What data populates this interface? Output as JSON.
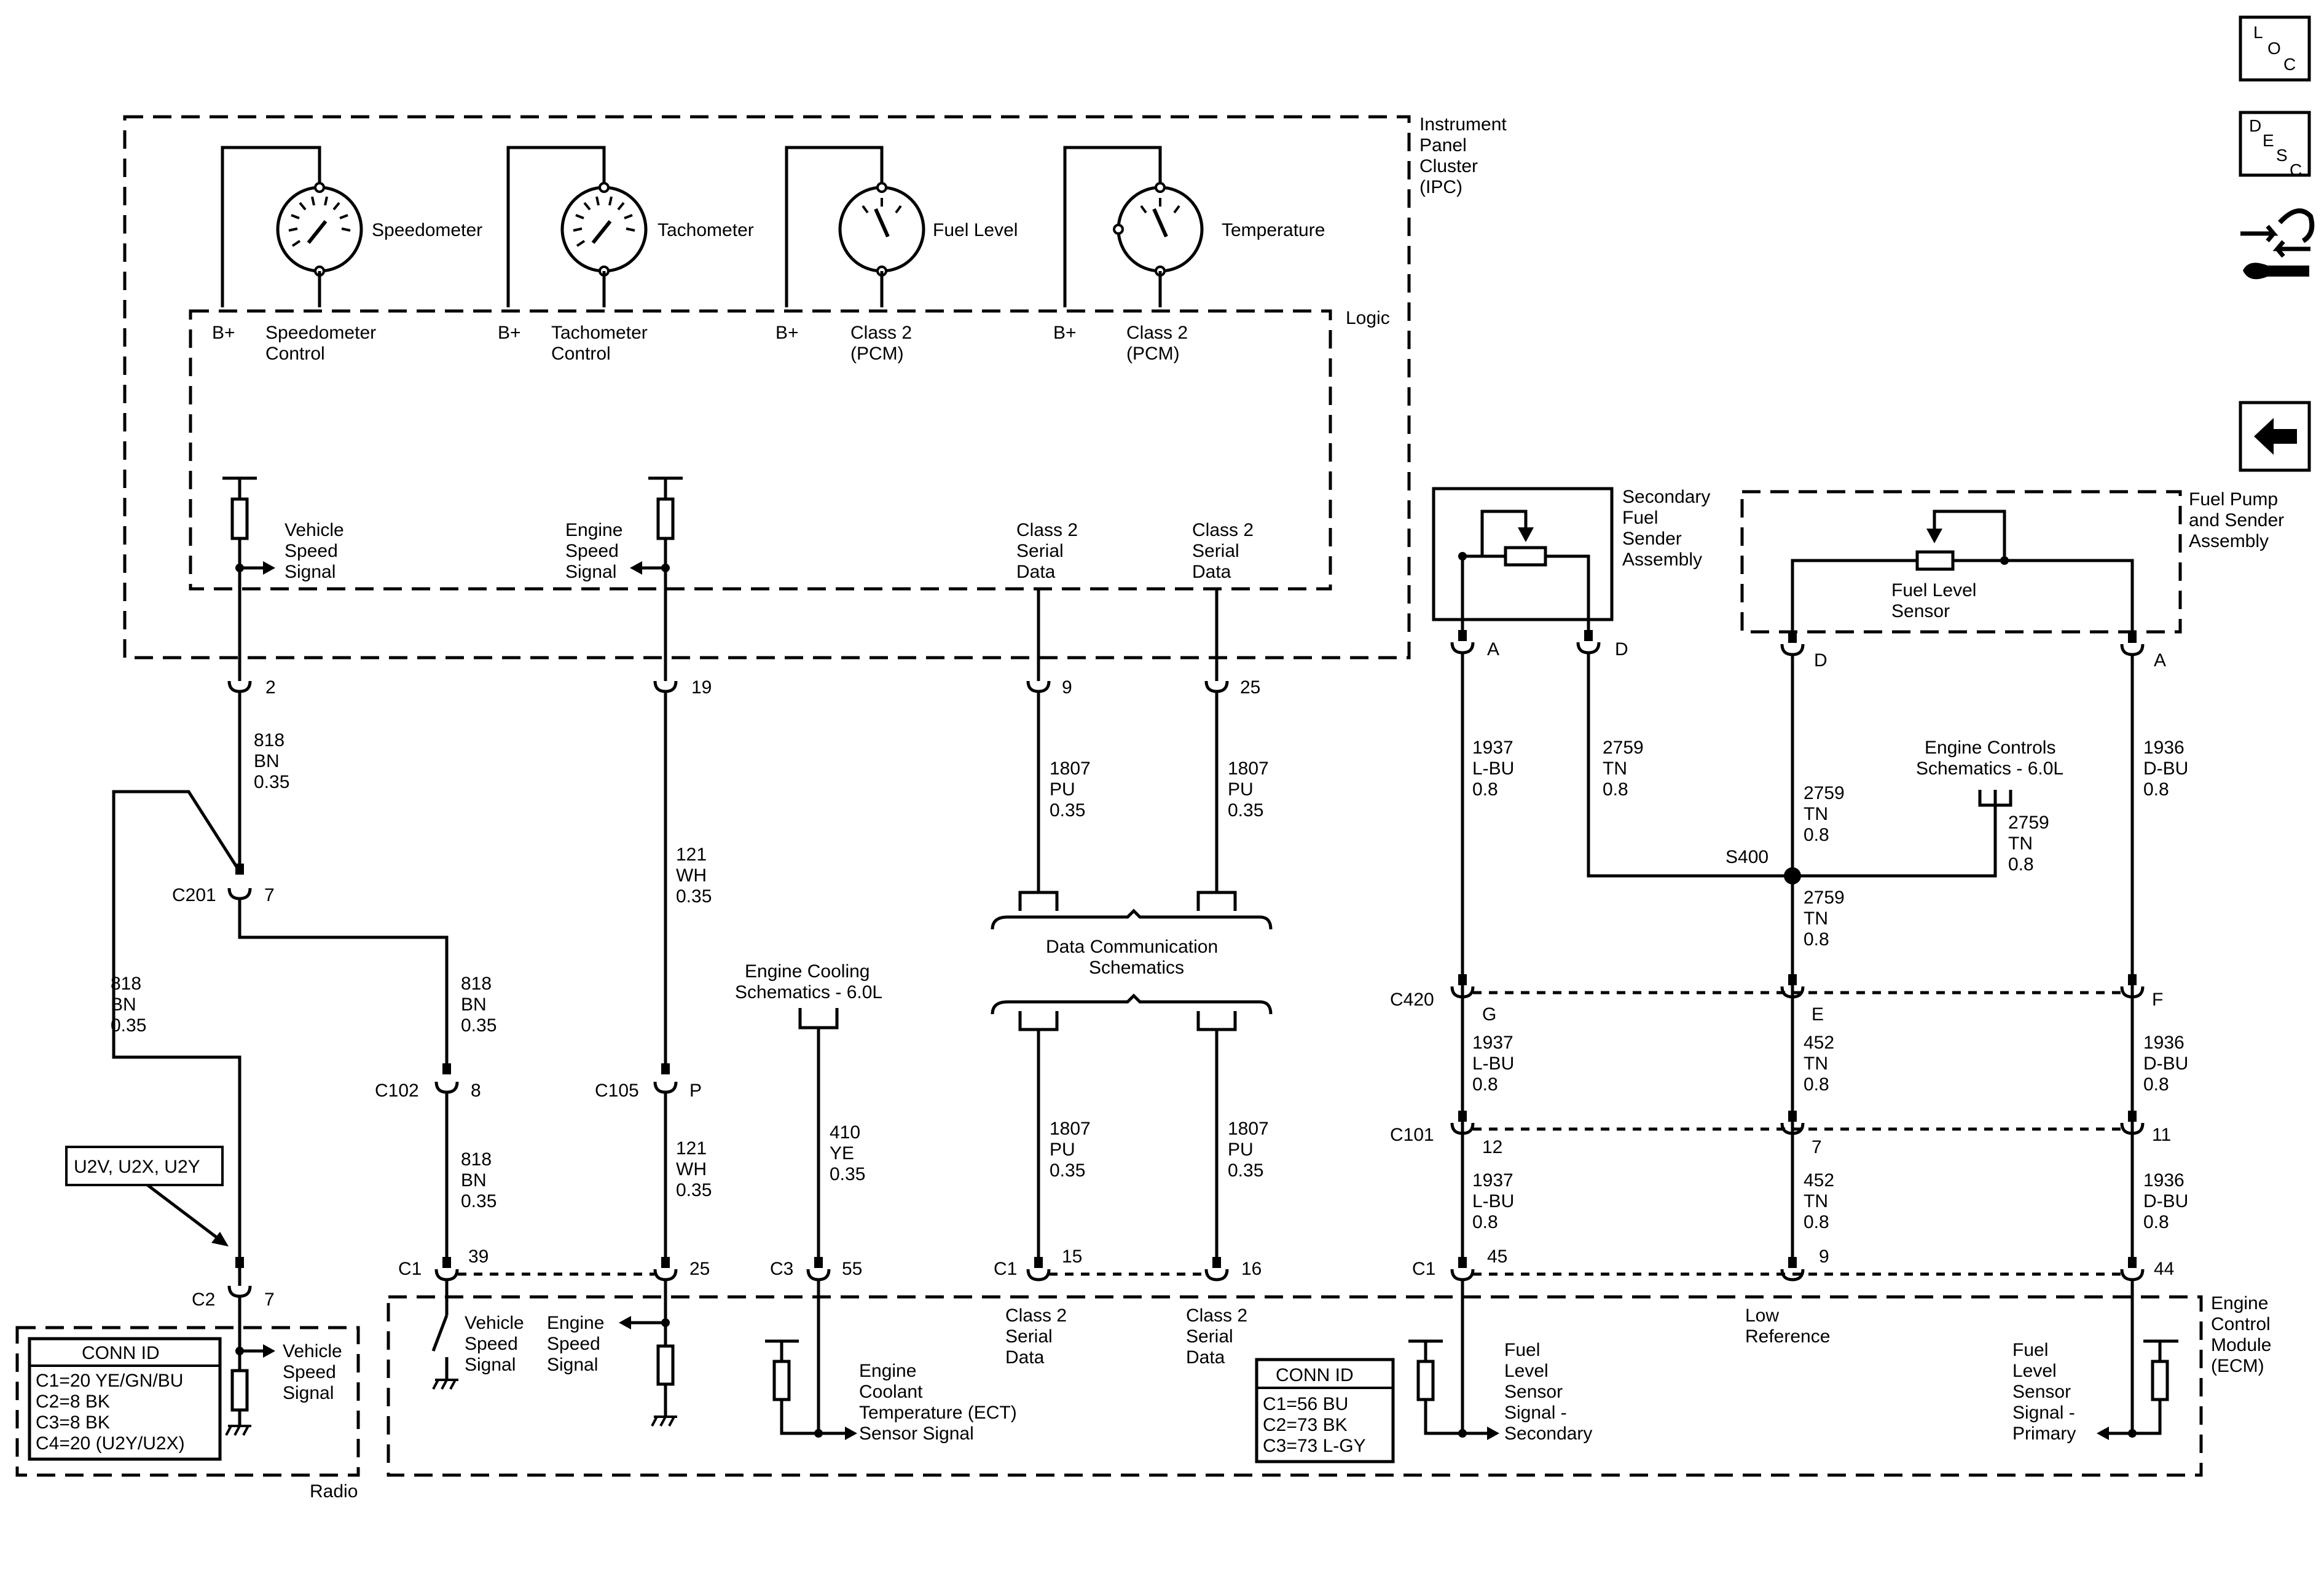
{
  "ipc": {
    "title": [
      "Instrument",
      "Panel",
      "Cluster",
      "(IPC)"
    ],
    "logic": "Logic",
    "gauges": [
      "Speedometer",
      "Tachometer",
      "Fuel Level",
      "Temperature"
    ],
    "bplus": "B+",
    "controls": [
      [
        "Speedometer",
        "Control"
      ],
      [
        "Tachometer",
        "Control"
      ],
      [
        "Class 2",
        "(PCM)"
      ],
      [
        "Class 2",
        "(PCM)"
      ]
    ],
    "signals": [
      [
        "Vehicle",
        "Speed",
        "Signal"
      ],
      [
        "Engine",
        "Speed",
        "Signal"
      ],
      [
        "Class 2",
        "Serial",
        "Data"
      ],
      [
        "Class 2",
        "Serial",
        "Data"
      ]
    ],
    "pins": [
      "2",
      "19",
      "9",
      "25"
    ]
  },
  "wires": {
    "w818": [
      "818",
      "BN",
      "0.35"
    ],
    "w121": [
      "121",
      "WH",
      "0.35"
    ],
    "w1807": [
      "1807",
      "PU",
      "0.35"
    ],
    "w410": [
      "410",
      "YE",
      "0.35"
    ],
    "w1937": [
      "1937",
      "L-BU",
      "0.8"
    ],
    "w2759": [
      "2759",
      "TN",
      "0.8"
    ],
    "w1936": [
      "1936",
      "D-BU",
      "0.8"
    ],
    "w452": [
      "452",
      "TN",
      "0.8"
    ]
  },
  "connectors": {
    "c201": "C201",
    "c201_pin": "7",
    "c102": "C102",
    "c102_pin": "8",
    "c105": "C105",
    "c105_pin": "P",
    "c420": "C420",
    "c420_pins": [
      "G",
      "E",
      "F"
    ],
    "c101": "C101",
    "c101_pins": [
      "12",
      "7",
      "11"
    ],
    "c1": "C1",
    "c3": "C3",
    "c2": "C2",
    "ecm_pins": [
      "39",
      "25",
      "55",
      "15",
      "16",
      "45",
      "9",
      "44"
    ],
    "radio_pin": "7",
    "sender_pins": [
      "A",
      "D",
      "D",
      "A"
    ]
  },
  "references": {
    "data_comm": [
      "Data Communication",
      "Schematics"
    ],
    "cooling": [
      "Engine Cooling",
      "Schematics - 6.0L"
    ],
    "engine_controls": [
      "Engine Controls",
      "Schematics - 6.0L"
    ],
    "option_codes": "U2V, U2X, U2Y",
    "splice": "S400"
  },
  "secondary_sender": [
    "Secondary",
    "Fuel",
    "Sender",
    "Assembly"
  ],
  "pump_sender": [
    "Fuel Pump",
    "and Sender",
    "Assembly"
  ],
  "fuel_level_sensor": [
    "Fuel Level",
    "Sensor"
  ],
  "radio": {
    "label": "Radio",
    "signal": [
      "Vehicle",
      "Speed",
      "Signal"
    ],
    "conn_title": "CONN ID",
    "conn_rows": [
      "C1=20 YE/GN/BU",
      "C2=8 BK",
      "C3=8 BK",
      "C4=20 (U2Y/U2X)"
    ]
  },
  "ecm": {
    "title": [
      "Engine",
      "Control",
      "Module",
      "(ECM)"
    ],
    "vss": [
      "Vehicle",
      "Speed",
      "Signal"
    ],
    "ess": [
      "Engine",
      "Speed",
      "Signal"
    ],
    "ect": [
      "Engine",
      "Coolant",
      "Temperature (ECT)",
      "Sensor Signal"
    ],
    "serial1": [
      "Class 2",
      "Serial",
      "Data"
    ],
    "serial2": [
      "Class 2",
      "Serial",
      "Data"
    ],
    "fls_secondary": [
      "Fuel",
      "Level",
      "Sensor",
      "Signal -",
      "Secondary"
    ],
    "low_ref": [
      "Low",
      "Reference"
    ],
    "fls_primary": [
      "Fuel",
      "Level",
      "Sensor",
      "Signal -",
      "Primary"
    ],
    "conn_title": "CONN ID",
    "conn_rows": [
      "C1=56 BU",
      "C2=73 BK",
      "C3=73 L-GY"
    ]
  },
  "nav": {
    "loc": [
      "L",
      "O",
      "C"
    ],
    "desc": [
      "D",
      "E",
      "S",
      "C"
    ],
    "icons": [
      "component-locator-icon",
      "description-icon",
      "diagnostic-icon",
      "back-arrow-icon"
    ]
  }
}
